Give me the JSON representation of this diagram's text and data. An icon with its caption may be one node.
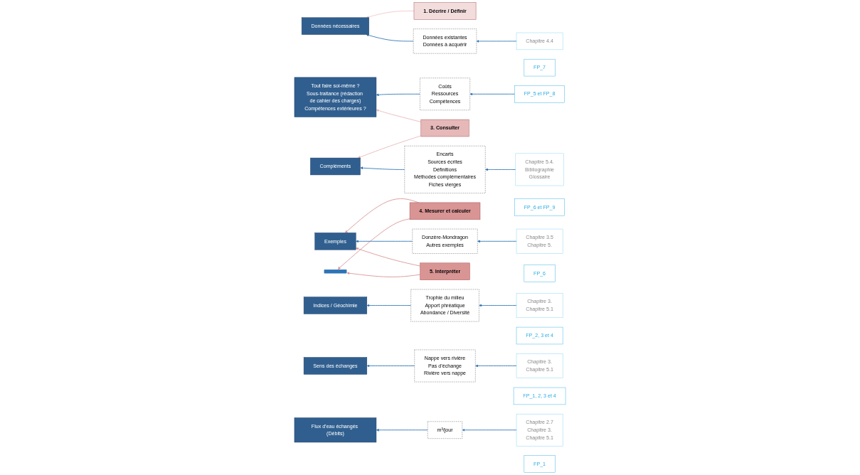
{
  "diagram": {
    "nodes": [
      {
        "text": [
          "1. Décrire / Définir"
        ]
      },
      {
        "text": [
          "Données nécessaires"
        ]
      },
      {
        "text": [
          "Données existantes",
          "Données à acquérir"
        ]
      },
      {
        "text": [
          "Chapitre 4.4"
        ]
      },
      {
        "text": [
          "FP_7"
        ]
      },
      {
        "text": [
          "3. Consulter"
        ]
      },
      {
        "text": [
          "Tout faire soi-même ?",
          "Sous-traitance (rédaction de cahier des charges)",
          "Compétences extérieures ?"
        ]
      },
      {
        "text": [
          "Coûts",
          "Ressources",
          "Compétences"
        ]
      },
      {
        "text": [
          "FP_5 et FP_8"
        ]
      },
      {
        "text": [
          "Compléments"
        ]
      },
      {
        "text": [
          "Encarts",
          "Sources écrites",
          "Définitions",
          "Méthodes complémentaires",
          "Fiches vierges"
        ]
      },
      {
        "text": [
          "Chapitre 5.4.",
          "Bibliographie",
          "Glossaire"
        ]
      },
      {
        "text": [
          "FP_6 et FP_9"
        ]
      },
      {
        "text": [
          "4. Mesurer et calculer"
        ]
      },
      {
        "text": [
          "Exemples"
        ]
      },
      {
        "text": [
          "Donzère-Mondragon",
          "Autres exemples"
        ]
      },
      {
        "text": [
          "Chapitre 3.5",
          "Chapitre 5."
        ]
      },
      {
        "text": [
          "FP_6"
        ]
      },
      {
        "text": [
          "5. Interpréter"
        ]
      },
      {
        "text": [],
        "shape": "bar"
      },
      {
        "text": [
          "Indices / Géochimie"
        ]
      },
      {
        "text": [
          "Trophie du milieu",
          "Apport phréatique",
          "Abondance / Diversité"
        ]
      },
      {
        "text": [
          "Chapitre 3.",
          "Chapitre 5.1"
        ]
      },
      {
        "text": [
          "FP_2, 3 et 4"
        ]
      },
      {
        "text": [
          "Sens des échanges"
        ]
      },
      {
        "text": [
          "Nappe vers rivière",
          "Pas d’échange",
          "Rivière vers nappe"
        ]
      },
      {
        "text": [
          "Chapitre 3.",
          "Chapitre 5.1"
        ]
      },
      {
        "text": [
          "FP_1, 2, 3 et 4"
        ]
      },
      {
        "text": [
          "Flux d’eau échangés (Débits)"
        ]
      },
      {
        "text": [
          "m³/jour"
        ]
      },
      {
        "text": [
          "Chapitre 2.7",
          "Chapitre 3.",
          "Chapitre 5.1"
        ]
      },
      {
        "text": [
          "FP_1"
        ]
      }
    ],
    "edges": [
      {
        "from": 0,
        "to": 1,
        "arrow": "to",
        "color": "#f0c8c8"
      },
      {
        "from": 2,
        "to": 1,
        "arrow": "to"
      },
      {
        "from": 3,
        "to": 2,
        "arrow": "to"
      },
      {
        "from": 5,
        "to": 6,
        "arrow": "to",
        "color": "#e8b8b8"
      },
      {
        "from": 5,
        "to": 9,
        "arrow": "to",
        "color": "#e8b8b8"
      },
      {
        "from": 7,
        "to": 6,
        "arrow": "to"
      },
      {
        "from": 8,
        "to": 7,
        "arrow": "to"
      },
      {
        "from": 10,
        "to": 9,
        "arrow": "to"
      },
      {
        "from": 11,
        "to": 10,
        "arrow": "to"
      },
      {
        "from": 13,
        "to": 14,
        "arrow": "to",
        "color": "#d99494"
      },
      {
        "from": 18,
        "to": 14,
        "arrow": "to",
        "color": "#d99494"
      },
      {
        "from": 13,
        "to": 19,
        "arrow": "to",
        "color": "#d99494"
      },
      {
        "from": 18,
        "to": 19,
        "arrow": "to",
        "color": "#d99494"
      },
      {
        "from": 15,
        "to": 14,
        "arrow": "to"
      },
      {
        "from": 16,
        "to": 15,
        "arrow": "to"
      },
      {
        "from": 21,
        "to": 20,
        "arrow": "to"
      },
      {
        "from": 22,
        "to": 21,
        "arrow": "to"
      },
      {
        "from": 25,
        "to": 24,
        "arrow": "to"
      },
      {
        "from": 26,
        "to": 25,
        "arrow": "to"
      },
      {
        "from": 29,
        "to": 28,
        "arrow": "to"
      },
      {
        "from": 30,
        "to": 29,
        "arrow": "to"
      }
    ]
  }
}
